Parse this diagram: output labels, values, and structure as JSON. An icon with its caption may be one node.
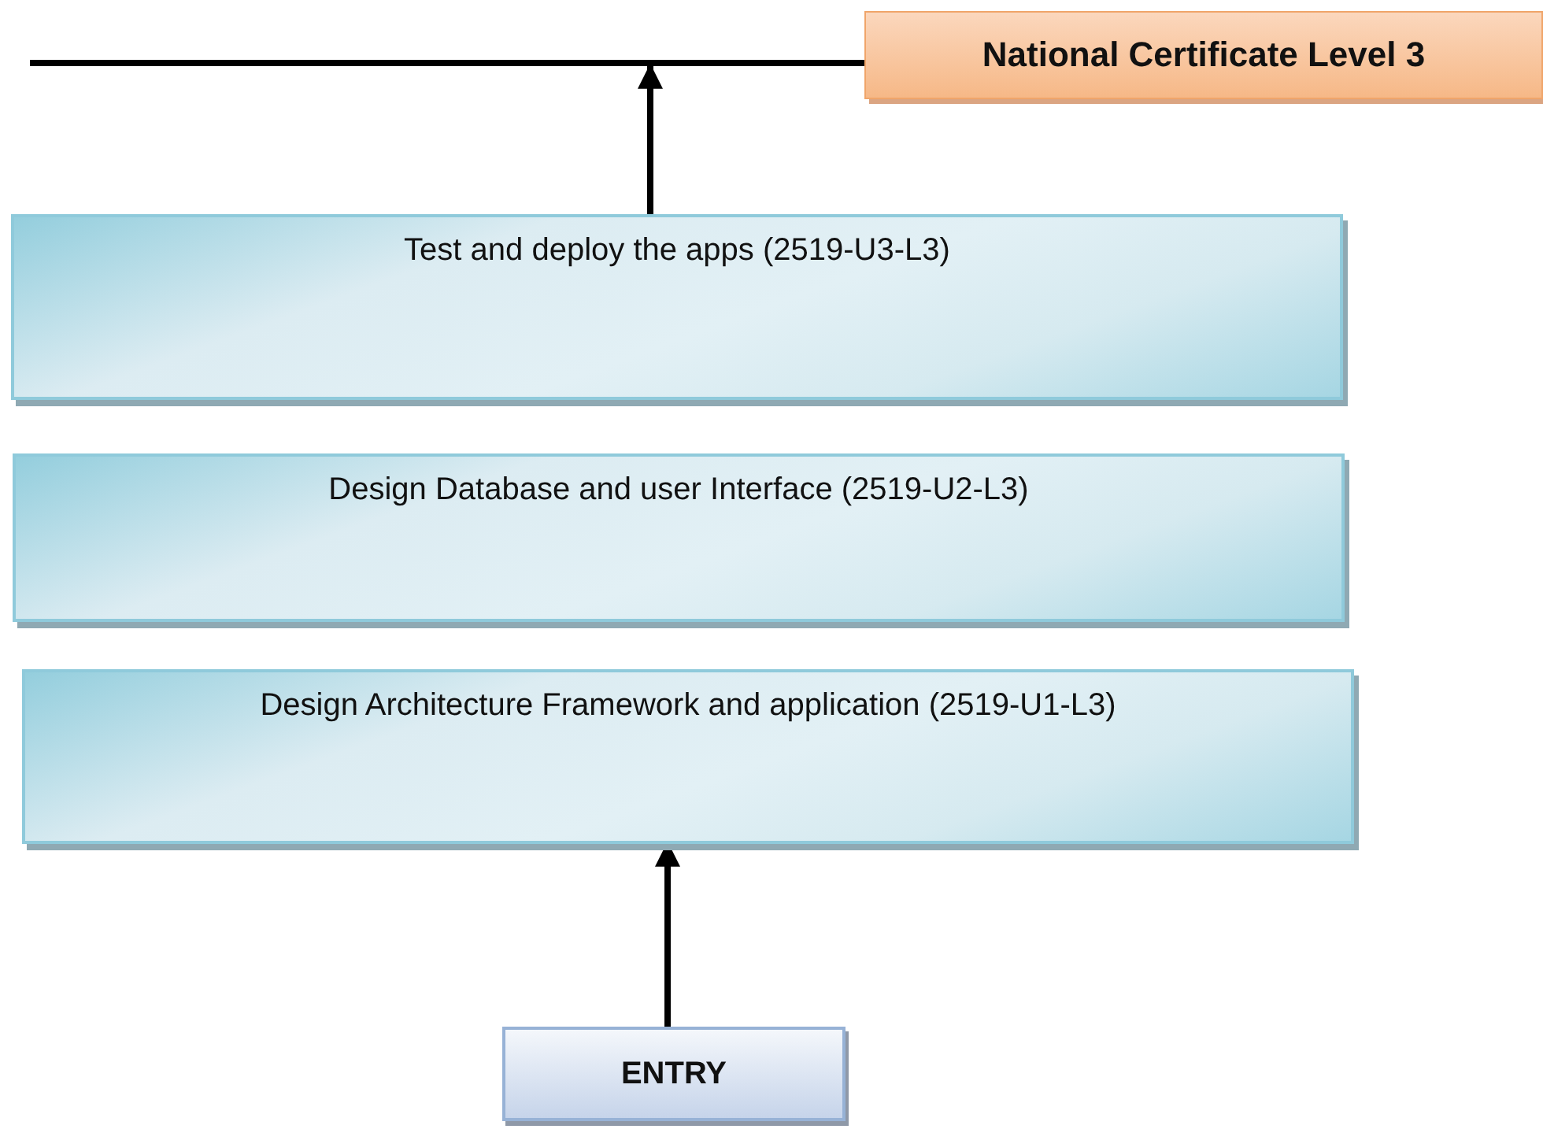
{
  "diagram": {
    "nodes": [
      {
        "text": [
          "National Certificate Level 3"
        ]
      },
      {
        "text": [],
        "shape": "bar"
      },
      {
        "text": [
          "Test and deploy the apps (2519-U3-L3)"
        ]
      },
      {
        "text": [
          "Design Database and user Interface (2519-U2-L3)"
        ]
      },
      {
        "text": [
          "Design Architecture Framework and application (2519-U1-L3)"
        ]
      },
      {
        "text": [
          "ENTRY"
        ]
      }
    ],
    "edges": [
      {
        "from": 2,
        "to": 1,
        "arrow": "to"
      },
      {
        "from": 5,
        "to": 4,
        "arrow": "to"
      }
    ]
  }
}
